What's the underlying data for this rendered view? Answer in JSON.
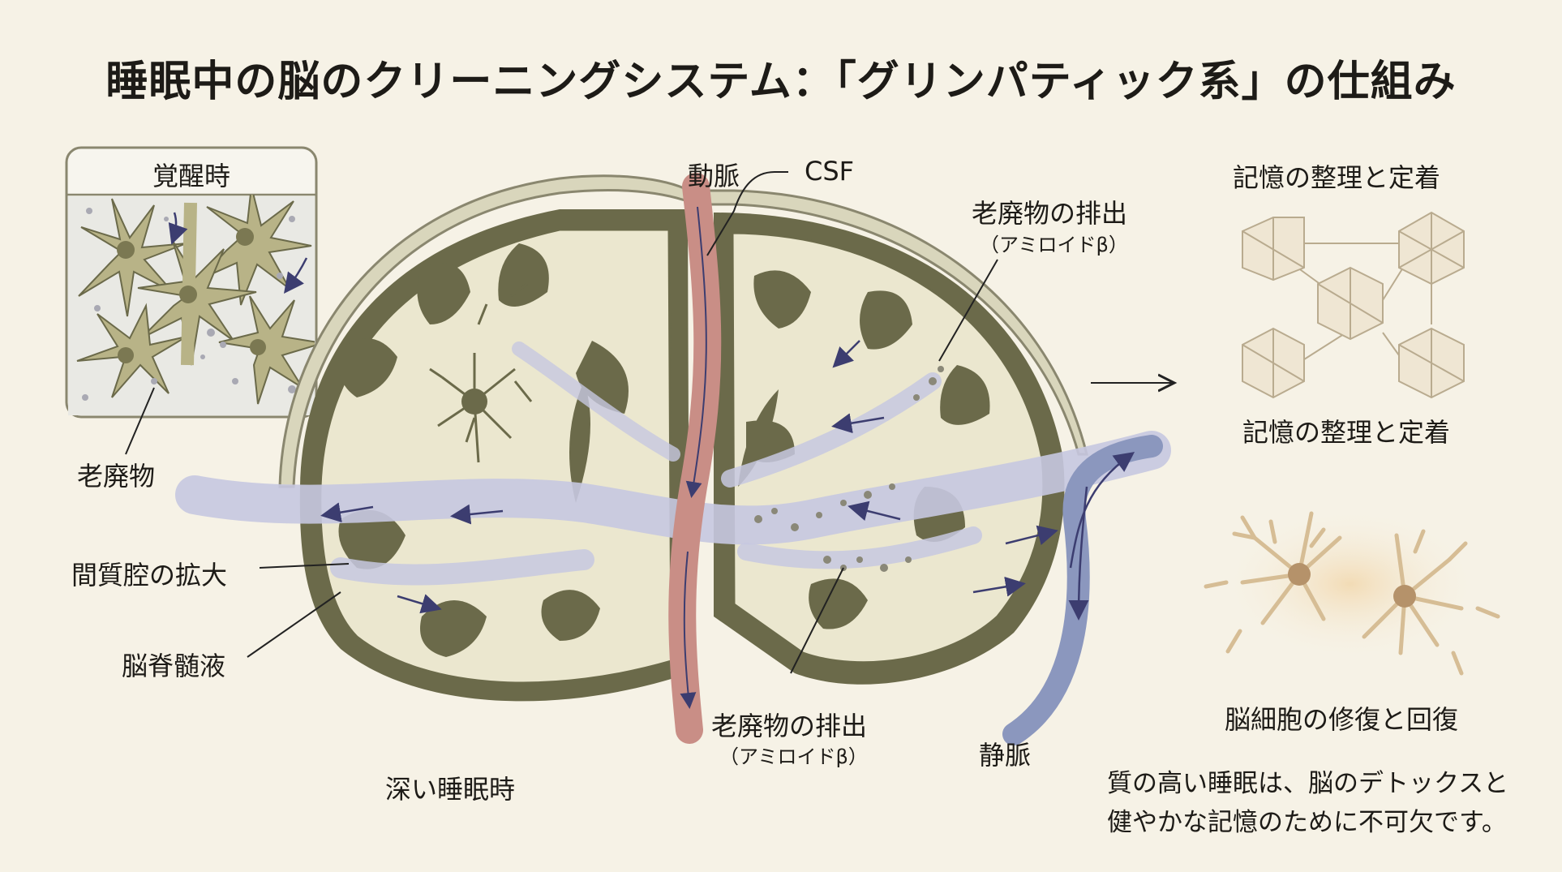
{
  "title": "睡眠中の脳のクリーニングシステム：「グリンパティック系」の仕組み",
  "inset": {
    "title": "覚醒時",
    "waste_label": "老廃物"
  },
  "labels": {
    "interstitial": "間質腔の拡大",
    "csf_fluid": "脳脊髄液",
    "deep_sleep": "深い睡眠時",
    "artery": "動脈",
    "csf": "CSF",
    "vein": "静脈",
    "waste_top": "老廃物の排出",
    "waste_top_sub": "（アミロイドβ）",
    "waste_bottom": "老廃物の排出",
    "waste_bottom_sub": "（アミロイドβ）"
  },
  "right_panel": {
    "memory_heading": "記憶の整理と定着",
    "memory_caption": "記憶の整理と定着",
    "repair_caption": "脳細胞の修復と回復",
    "summary_line1": "質の高い睡眠は、脳のデトックスと",
    "summary_line2": "健やかな記憶のために不可欠です。"
  },
  "colors": {
    "background": "#f6f2e6",
    "brain_outline": "#6b6a4a",
    "brain_tissue": "#ebe7cf",
    "csf_flow": "#c7c8e0",
    "artery": "#c98e86",
    "vein": "#8b97be",
    "arrow": "#3c3d70"
  }
}
